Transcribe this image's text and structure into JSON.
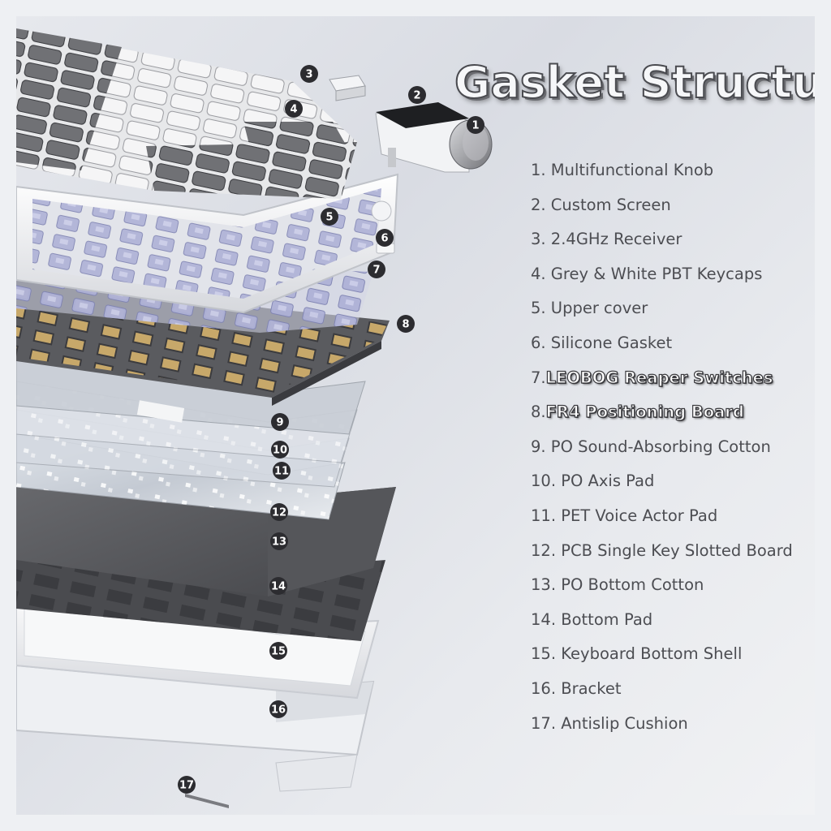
{
  "title": "Gasket Structure",
  "legend": [
    {
      "num": "1.",
      "label": " Multifunctional Knob",
      "highlight": false
    },
    {
      "num": "2.",
      "label": " Custom Screen",
      "highlight": false
    },
    {
      "num": "3.",
      "label": " 2.4GHz Receiver",
      "highlight": false
    },
    {
      "num": "4.",
      "label": " Grey & White PBT Keycaps",
      "highlight": false
    },
    {
      "num": "5.",
      "label": " Upper cover",
      "highlight": false
    },
    {
      "num": "6.",
      "label": " Silicone Gasket",
      "highlight": false
    },
    {
      "num": "7.",
      "label": "LEOBOG Reaper Switches",
      "highlight": true
    },
    {
      "num": "8.",
      "label": "FR4 Positioning Board",
      "highlight": true
    },
    {
      "num": "9.",
      "label": " PO Sound-Absorbing Cotton",
      "highlight": false
    },
    {
      "num": "10.",
      "label": " PO Axis Pad",
      "highlight": false
    },
    {
      "num": "11.",
      "label": " PET Voice Actor Pad",
      "highlight": false
    },
    {
      "num": "12.",
      "label": " PCB Single Key Slotted Board",
      "highlight": false
    },
    {
      "num": "13.",
      "label": " PO Bottom Cotton",
      "highlight": false
    },
    {
      "num": "14.",
      "label": " Bottom Pad",
      "highlight": false
    },
    {
      "num": "15.",
      "label": " Keyboard Bottom Shell",
      "highlight": false
    },
    {
      "num": "16.",
      "label": " Bracket",
      "highlight": false
    },
    {
      "num": "17.",
      "label": " Antislip Cushion",
      "highlight": false
    }
  ],
  "markers": [
    "1",
    "2",
    "3",
    "4",
    "5",
    "6",
    "7",
    "8",
    "9",
    "10",
    "11",
    "12",
    "13",
    "14",
    "15",
    "16",
    "17"
  ],
  "colors": {
    "keycap_grey": "#6e6f73",
    "keycap_white": "#f4f4f5",
    "switch_lavender": "#a9acd2",
    "plate_dark": "#5b5c60",
    "shell_white": "#f2f3f5",
    "marker": "#2c2c30"
  }
}
